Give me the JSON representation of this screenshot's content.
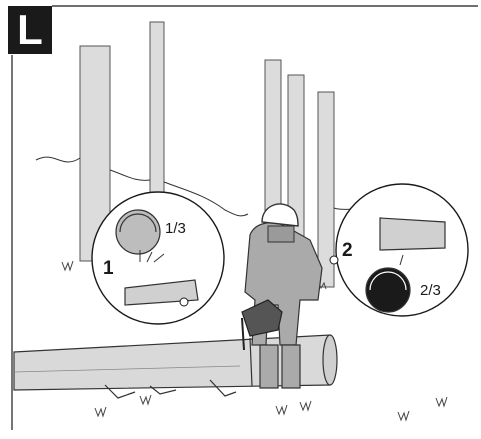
{
  "figure": {
    "letter": "L",
    "steps": [
      {
        "number": "1",
        "fraction": "1/3"
      },
      {
        "number": "2",
        "fraction": "2/3"
      }
    ]
  },
  "colors": {
    "ink": "#1a1a1a",
    "tree": "#dcdcdc",
    "tree_shade": "#c4c4c4",
    "log": "#d9d9d9",
    "clothing": "#aaaaaa",
    "helmet": "#ffffff"
  }
}
